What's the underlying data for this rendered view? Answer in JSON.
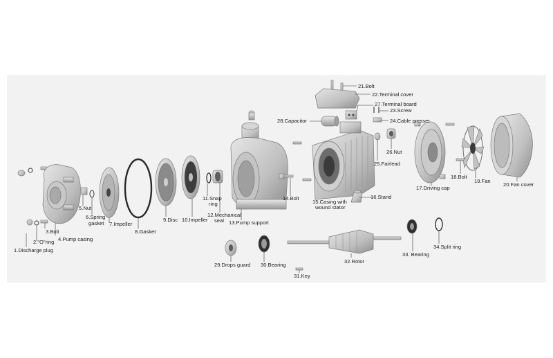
{
  "diagram": {
    "colors": {
      "background": "#ffffff",
      "panel": "#f2f2f2",
      "part_light": "#d9d9d9",
      "part_mid": "#bdbdbd",
      "part_dark": "#8c8c8c",
      "part_black": "#2e2e2e",
      "label_text": "#222222"
    },
    "labels": {
      "l1": "1.Discharge plug",
      "l2": "2.\"O\"ring",
      "l3": "3.Bolt",
      "l4": "4.Pump casing",
      "l5": "5.Nut",
      "l6a": "6.Spring",
      "l6b": "gasket",
      "l7": "7.Impeller",
      "l8": "8.Gasket",
      "l9": "9.Disc",
      "l10": "10.Impeller",
      "l11a": "11.Snap",
      "l11b": "ring",
      "l12a": "12.Mechanical",
      "l12b": "seal",
      "l13": "13.Pump support",
      "l14": "14.Bolt",
      "l15a": "15.Casing with",
      "l15b": "wound stator",
      "l16": "16.Stand",
      "l17": "17.Driving cap",
      "l18": "18.Bolt",
      "l19": "19.Fan",
      "l20": "20.Fan cover",
      "l21": "21.Bolt",
      "l22": "22.Terminal cover",
      "l23": "23.Screw",
      "l24": "24.Cable presser",
      "l25": "25.Fairlead",
      "l26": "26.Nut",
      "l27": "27.Terminal board",
      "l28": "28.Capacitor",
      "l29": "29.Drops guard",
      "l30": "30.Bearing",
      "l31": "31.Key",
      "l32": "32.Rotor",
      "l33": "33. Bearing",
      "l34": "34.Split ring"
    }
  }
}
